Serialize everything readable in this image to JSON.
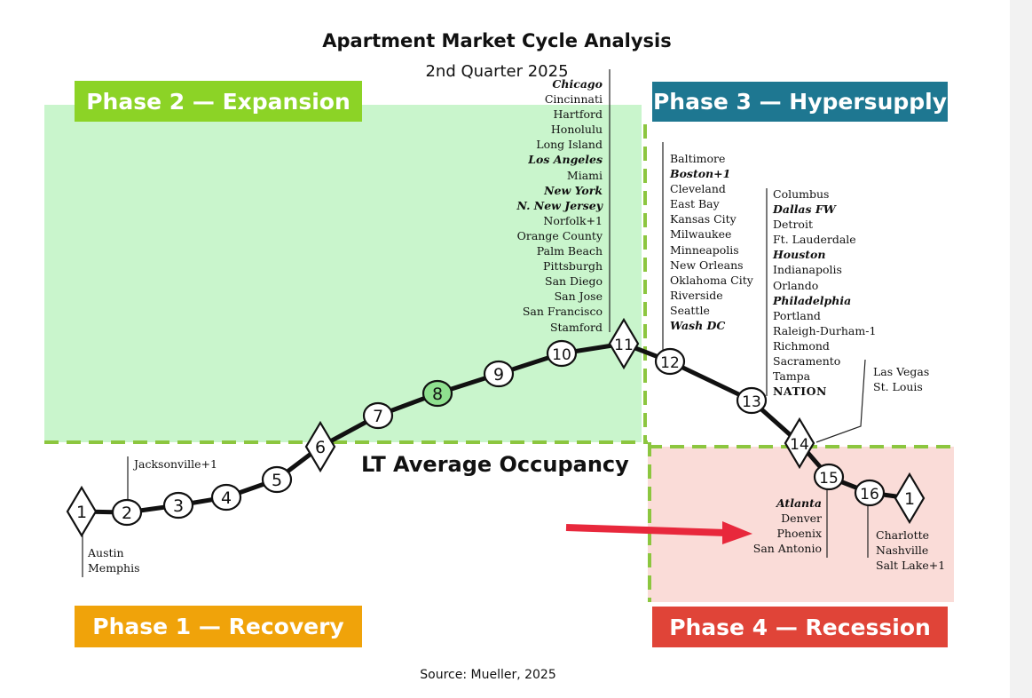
{
  "title": "Apartment Market Cycle Analysis",
  "subtitle": "2nd Quarter 2025",
  "source": "Source: Mueller, 2025",
  "lt_average_label": "LT Average Occupancy",
  "colors": {
    "phase1": "#f0a30a",
    "phase2": "#8cd326",
    "phase3": "#1e7791",
    "phase4": "#e04438",
    "expansion_fill": "#c9f5cc",
    "recession_fill": "#fadcd8",
    "dashed_line": "#8cc63f",
    "arrow": "#e8283c",
    "highlight_node": "#8fe08f"
  },
  "phases": [
    {
      "id": "phase1",
      "label": "Phase 1 — Recovery"
    },
    {
      "id": "phase2",
      "label": "Phase 2 — Expansion"
    },
    {
      "id": "phase3",
      "label": "Phase 3 — Hypersupply"
    },
    {
      "id": "phase4",
      "label": "Phase 4 — Recession"
    }
  ],
  "nodes": [
    {
      "label": "1",
      "shape": "diamond"
    },
    {
      "label": "2",
      "shape": "circle"
    },
    {
      "label": "3",
      "shape": "circle"
    },
    {
      "label": "4",
      "shape": "circle"
    },
    {
      "label": "5",
      "shape": "circle"
    },
    {
      "label": "6",
      "shape": "diamond"
    },
    {
      "label": "7",
      "shape": "circle"
    },
    {
      "label": "8",
      "shape": "circle",
      "highlight": true
    },
    {
      "label": "9",
      "shape": "circle"
    },
    {
      "label": "10",
      "shape": "circle"
    },
    {
      "label": "11",
      "shape": "diamond"
    },
    {
      "label": "12",
      "shape": "circle"
    },
    {
      "label": "13",
      "shape": "circle"
    },
    {
      "label": "14",
      "shape": "diamond"
    },
    {
      "label": "15",
      "shape": "circle"
    },
    {
      "label": "16",
      "shape": "circle"
    },
    {
      "label": "1",
      "shape": "diamond"
    }
  ],
  "markets": {
    "point1": [
      {
        "name": "Austin"
      },
      {
        "name": "Memphis"
      }
    ],
    "point2": [
      {
        "name": "Jacksonville+1"
      }
    ],
    "point11": [
      {
        "name": "Chicago",
        "bold": true
      },
      {
        "name": "Cincinnati"
      },
      {
        "name": "Hartford"
      },
      {
        "name": "Honolulu"
      },
      {
        "name": "Long Island"
      },
      {
        "name": "Los Angeles",
        "bold": true
      },
      {
        "name": "Miami"
      },
      {
        "name": "New York",
        "bold": true
      },
      {
        "name": "N. New Jersey",
        "bold": true
      },
      {
        "name": "Norfolk+1"
      },
      {
        "name": "Orange County"
      },
      {
        "name": "Palm Beach"
      },
      {
        "name": "Pittsburgh"
      },
      {
        "name": "San Diego"
      },
      {
        "name": "San Jose"
      },
      {
        "name": "San Francisco"
      },
      {
        "name": "Stamford"
      }
    ],
    "point12": [
      {
        "name": "Baltimore"
      },
      {
        "name": "Boston+1",
        "bold": true
      },
      {
        "name": "Cleveland"
      },
      {
        "name": "East Bay"
      },
      {
        "name": "Kansas City"
      },
      {
        "name": "Milwaukee"
      },
      {
        "name": "Minneapolis"
      },
      {
        "name": "New Orleans"
      },
      {
        "name": "Oklahoma City"
      },
      {
        "name": "Riverside"
      },
      {
        "name": "Seattle"
      },
      {
        "name": "Wash DC",
        "bold": true
      }
    ],
    "point13": [
      {
        "name": "Columbus"
      },
      {
        "name": "Dallas FW",
        "bold": true
      },
      {
        "name": "Detroit"
      },
      {
        "name": "Ft. Lauderdale"
      },
      {
        "name": "Houston",
        "bold": true
      },
      {
        "name": "Indianapolis"
      },
      {
        "name": "Orlando"
      },
      {
        "name": "Philadelphia",
        "bold": true
      },
      {
        "name": "Portland"
      },
      {
        "name": "Raleigh-Durham-1"
      },
      {
        "name": "Richmond"
      },
      {
        "name": "Sacramento"
      },
      {
        "name": "Tampa"
      },
      {
        "name": "NATION",
        "nation": true
      }
    ],
    "point14": [
      {
        "name": "Las Vegas"
      },
      {
        "name": "St. Louis"
      }
    ],
    "point15": [
      {
        "name": "Atlanta",
        "bold": true
      },
      {
        "name": "Denver"
      },
      {
        "name": "Phoenix"
      },
      {
        "name": "San Antonio"
      }
    ],
    "point16": [
      {
        "name": "Charlotte"
      },
      {
        "name": "Nashville"
      },
      {
        "name": "Salt Lake+1"
      }
    ]
  }
}
